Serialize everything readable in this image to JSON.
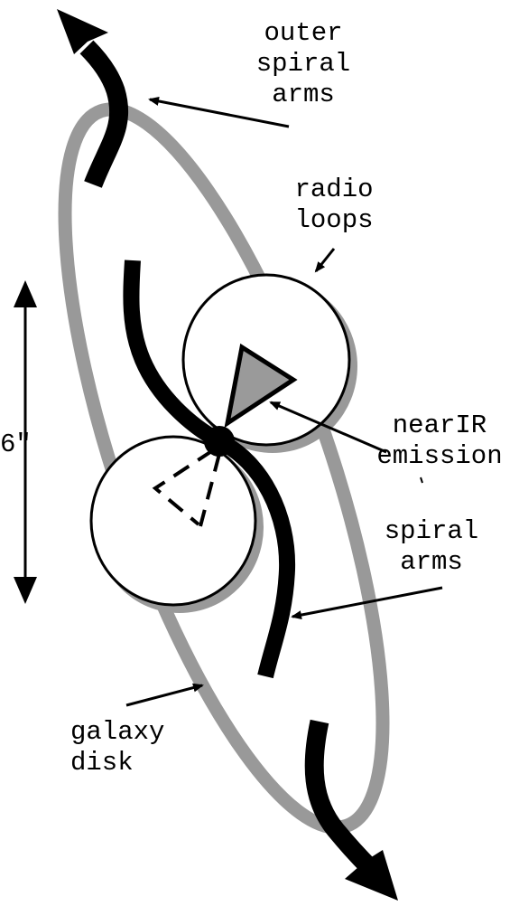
{
  "labels": {
    "outer_spiral_arms": [
      "outer",
      "spiral",
      "arms"
    ],
    "radio_loops": [
      "radio",
      "loops"
    ],
    "near_ir_emission": [
      "nearIR",
      "emission"
    ],
    "spiral_arms": [
      "spiral",
      "arms"
    ],
    "galaxy_disk": [
      "galaxy",
      "disk"
    ],
    "scale": "6\""
  },
  "colors": {
    "ink": "#000000",
    "disk": "#999999",
    "shadow": "#999999",
    "triangle_fill": "#9a9a9a",
    "background": "#ffffff"
  }
}
